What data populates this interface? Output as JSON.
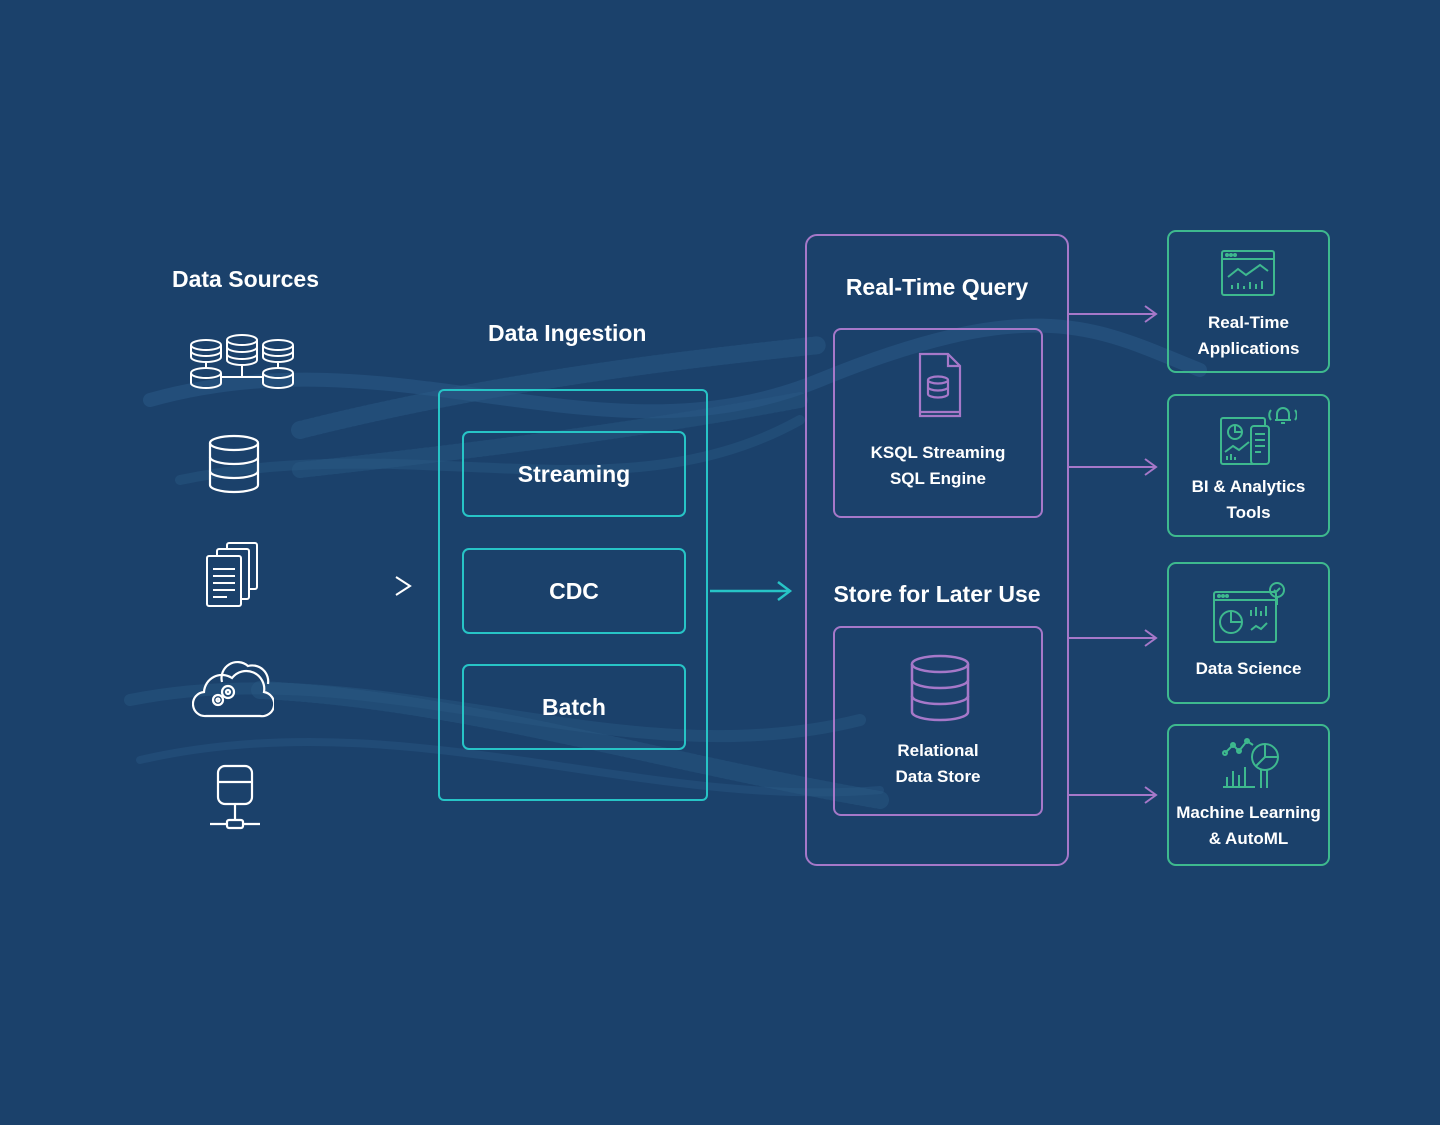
{
  "sources": {
    "title": "Data Sources",
    "icons": [
      "multiple-databases-icon",
      "database-icon",
      "documents-icon",
      "cloud-gear-icon",
      "server-network-icon"
    ]
  },
  "ingestion": {
    "title": "Data Ingestion",
    "items": [
      {
        "label": "Streaming"
      },
      {
        "label": "CDC"
      },
      {
        "label": "Batch"
      }
    ]
  },
  "query": {
    "realtime_title": "Real-Time Query",
    "engine": {
      "line1": "KSQL Streaming",
      "line2": "SQL Engine",
      "icon": "sql-document-icon"
    },
    "store_title": "Store for Later Use",
    "store": {
      "line1": "Relational",
      "line2": "Data Store",
      "icon": "database-icon"
    }
  },
  "outputs": [
    {
      "line1": "Real-Time",
      "line2": "Applications",
      "icon": "dashboard-chart-icon"
    },
    {
      "line1": "BI & Analytics",
      "line2": "Tools",
      "icon": "analytics-devices-icon"
    },
    {
      "line1": "Data Science",
      "line2": "",
      "icon": "data-science-icon"
    },
    {
      "line1": "Machine Learning",
      "line2": "& AutoML",
      "icon": "machine-learning-icon"
    }
  ],
  "colors": {
    "background": "#1b416b",
    "ingestion": "#27c4c6",
    "query": "#a678c9",
    "outputs": "#3eb98e",
    "icons": "#ffffff"
  }
}
